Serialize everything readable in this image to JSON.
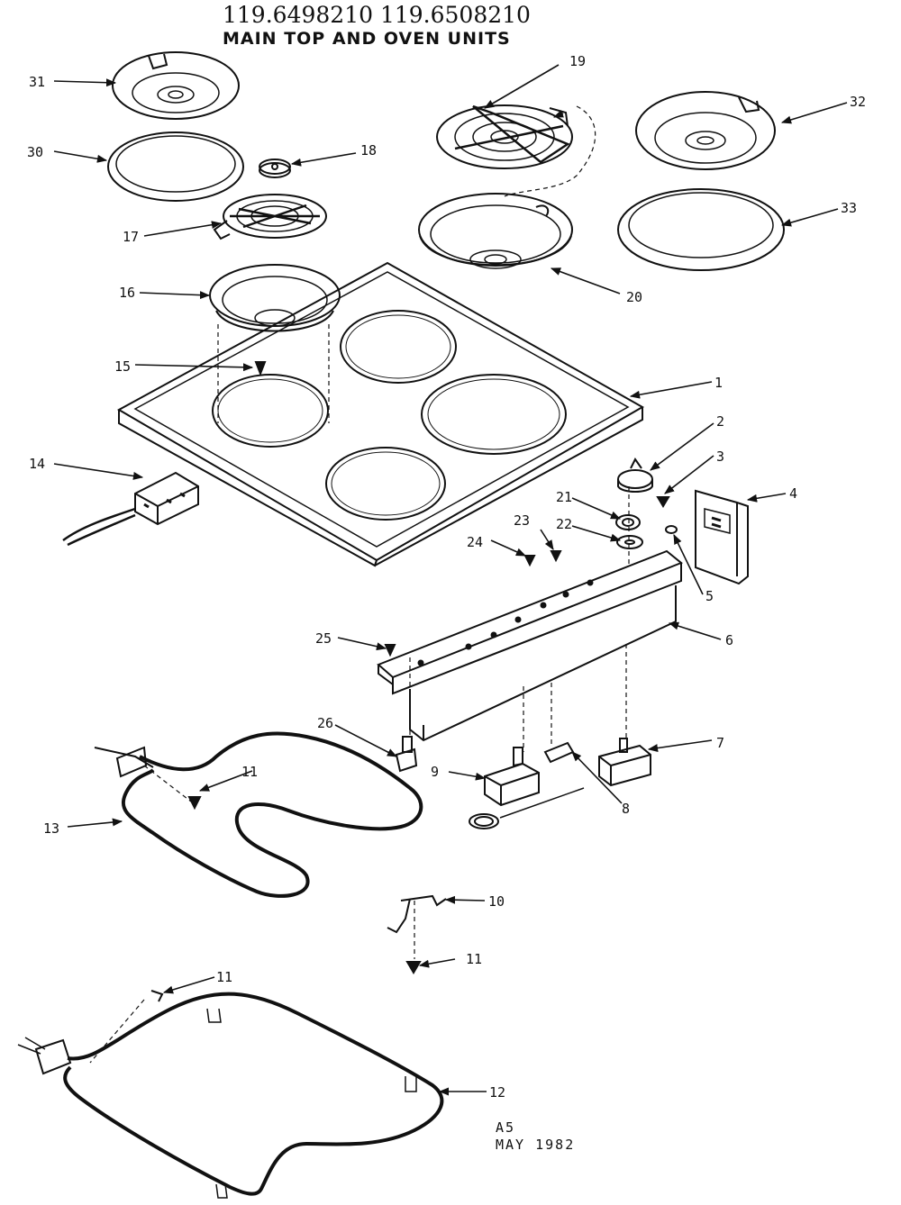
{
  "header": {
    "model_numbers": "119.6498210 119.6508210",
    "title": "MAIN TOP AND OVEN UNITS"
  },
  "footer": {
    "code": "A5",
    "date": "MAY 1982"
  },
  "callouts": [
    {
      "id": "1",
      "label": "1"
    },
    {
      "id": "2",
      "label": "2"
    },
    {
      "id": "3",
      "label": "3"
    },
    {
      "id": "4",
      "label": "4"
    },
    {
      "id": "5",
      "label": "5"
    },
    {
      "id": "6",
      "label": "6"
    },
    {
      "id": "7",
      "label": "7"
    },
    {
      "id": "8",
      "label": "8"
    },
    {
      "id": "9",
      "label": "9"
    },
    {
      "id": "10",
      "label": "10"
    },
    {
      "id": "11a",
      "label": "11"
    },
    {
      "id": "11b",
      "label": "11"
    },
    {
      "id": "11c",
      "label": "11"
    },
    {
      "id": "12",
      "label": "12"
    },
    {
      "id": "13",
      "label": "13"
    },
    {
      "id": "14",
      "label": "14"
    },
    {
      "id": "15",
      "label": "15"
    },
    {
      "id": "16",
      "label": "16"
    },
    {
      "id": "17",
      "label": "17"
    },
    {
      "id": "18",
      "label": "18"
    },
    {
      "id": "19",
      "label": "19"
    },
    {
      "id": "20",
      "label": "20"
    },
    {
      "id": "21",
      "label": "21"
    },
    {
      "id": "22",
      "label": "22"
    },
    {
      "id": "23",
      "label": "23"
    },
    {
      "id": "24",
      "label": "24"
    },
    {
      "id": "25",
      "label": "25"
    },
    {
      "id": "26",
      "label": "26"
    },
    {
      "id": "30",
      "label": "30"
    },
    {
      "id": "31",
      "label": "31"
    },
    {
      "id": "32",
      "label": "32"
    },
    {
      "id": "33",
      "label": "33"
    }
  ]
}
